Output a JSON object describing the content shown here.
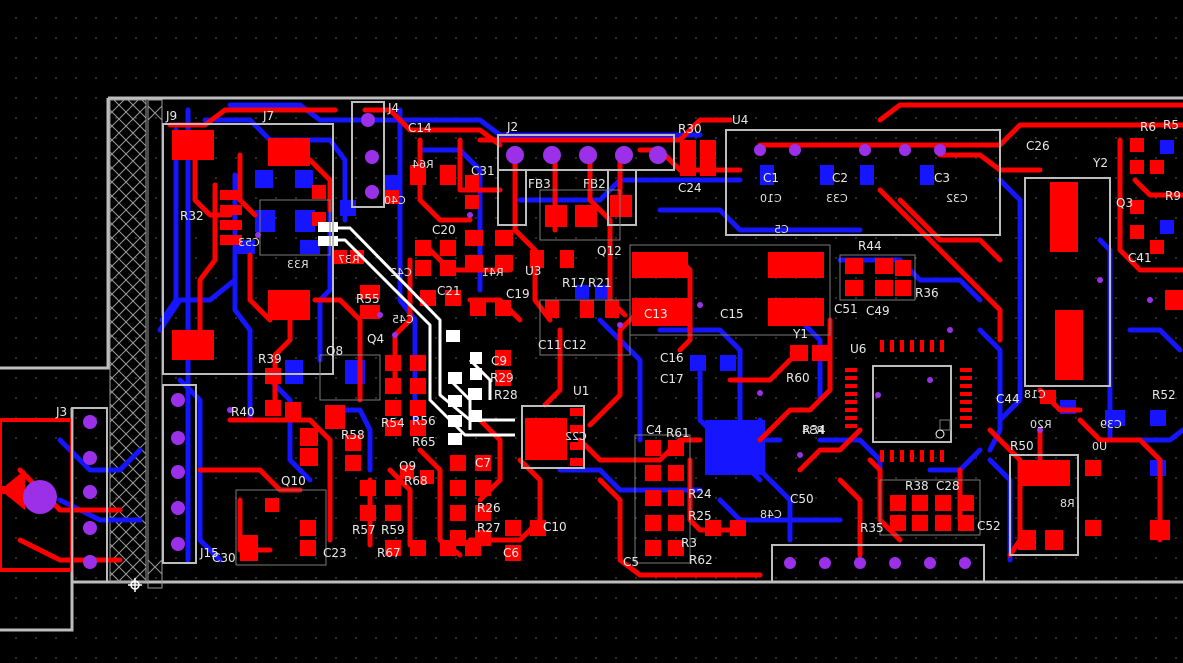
{
  "app": {
    "view": "pcb-layout-canvas",
    "layers": {
      "top_copper": "#ff0000",
      "bottom_copper": "#1515ff",
      "silkscreen": "#c8c8c8",
      "selected_trace": "#ffffff",
      "via": "#8a2be2",
      "board_edge": "#bdbdbd",
      "background": "#000000"
    }
  },
  "designators": [
    {
      "id": "J9",
      "t": "J9"
    },
    {
      "id": "J7",
      "t": "J7"
    },
    {
      "id": "J4",
      "t": "J4"
    },
    {
      "id": "C14",
      "t": "C14"
    },
    {
      "id": "J2",
      "t": "J2"
    },
    {
      "id": "R30",
      "t": "R30"
    },
    {
      "id": "U4",
      "t": "U4"
    },
    {
      "id": "C26",
      "t": "C26"
    },
    {
      "id": "Y2",
      "t": "Y2"
    },
    {
      "id": "R6",
      "t": "R6"
    },
    {
      "id": "R5",
      "t": "R5"
    },
    {
      "id": "C31",
      "t": "C31"
    },
    {
      "id": "FB3",
      "t": "FB3"
    },
    {
      "id": "FB2",
      "t": "FB2"
    },
    {
      "id": "C24",
      "t": "C24"
    },
    {
      "id": "C1",
      "t": "C1"
    },
    {
      "id": "C2",
      "t": "C2"
    },
    {
      "id": "C3",
      "t": "C3"
    },
    {
      "id": "R9",
      "t": "R9"
    },
    {
      "id": "Q3",
      "t": "Q3"
    },
    {
      "id": "R32",
      "t": "R32"
    },
    {
      "id": "C20",
      "t": "C20"
    },
    {
      "id": "Q12",
      "t": "Q12"
    },
    {
      "id": "R44",
      "t": "R44"
    },
    {
      "id": "U3",
      "t": "U3"
    },
    {
      "id": "R17",
      "t": "R17"
    },
    {
      "id": "R21",
      "t": "R21"
    },
    {
      "id": "C41",
      "t": "C41"
    },
    {
      "id": "R55",
      "t": "R55"
    },
    {
      "id": "C21",
      "t": "C21"
    },
    {
      "id": "C19",
      "t": "C19"
    },
    {
      "id": "C51",
      "t": "C51"
    },
    {
      "id": "C49",
      "t": "C49"
    },
    {
      "id": "R36",
      "t": "R36"
    },
    {
      "id": "C13",
      "t": "C13"
    },
    {
      "id": "C15",
      "t": "C15"
    },
    {
      "id": "C11",
      "t": "C11"
    },
    {
      "id": "C12",
      "t": "C12"
    },
    {
      "id": "Y1",
      "t": "Y1"
    },
    {
      "id": "U6",
      "t": "U6"
    },
    {
      "id": "R39",
      "t": "R39"
    },
    {
      "id": "Q8",
      "t": "Q8"
    },
    {
      "id": "Q4",
      "t": "Q4"
    },
    {
      "id": "C9",
      "t": "C9"
    },
    {
      "id": "R29",
      "t": "R29"
    },
    {
      "id": "R28",
      "t": "R28"
    },
    {
      "id": "C16",
      "t": "C16"
    },
    {
      "id": "C17",
      "t": "C17"
    },
    {
      "id": "R60",
      "t": "R60"
    },
    {
      "id": "J3",
      "t": "J3"
    },
    {
      "id": "R40",
      "t": "R40"
    },
    {
      "id": "R54",
      "t": "R54"
    },
    {
      "id": "R56",
      "t": "R56"
    },
    {
      "id": "U1",
      "t": "U1"
    },
    {
      "id": "C44",
      "t": "C44"
    },
    {
      "id": "R52",
      "t": "R52"
    },
    {
      "id": "R58",
      "t": "R58"
    },
    {
      "id": "R65",
      "t": "R65"
    },
    {
      "id": "C4",
      "t": "C4"
    },
    {
      "id": "R61",
      "t": "R61"
    },
    {
      "id": "R34",
      "t": "R34"
    },
    {
      "id": "R50",
      "t": "R50"
    },
    {
      "id": "Q10",
      "t": "Q10"
    },
    {
      "id": "Q9",
      "t": "Q9"
    },
    {
      "id": "R68",
      "t": "R68"
    },
    {
      "id": "C7",
      "t": "C7"
    },
    {
      "id": "R24",
      "t": "R24"
    },
    {
      "id": "C50",
      "t": "C50"
    },
    {
      "id": "R38",
      "t": "R38"
    },
    {
      "id": "C28",
      "t": "C28"
    },
    {
      "id": "R26",
      "t": "R26"
    },
    {
      "id": "R25",
      "t": "R25"
    },
    {
      "id": "R57",
      "t": "R57"
    },
    {
      "id": "R59",
      "t": "R59"
    },
    {
      "id": "R27",
      "t": "R27"
    },
    {
      "id": "C10",
      "t": "C10"
    },
    {
      "id": "R35",
      "t": "R35"
    },
    {
      "id": "C52",
      "t": "C52"
    },
    {
      "id": "J15",
      "t": "J15"
    },
    {
      "id": "C30",
      "t": "C30"
    },
    {
      "id": "C23",
      "t": "C23"
    },
    {
      "id": "R67",
      "t": "R67"
    },
    {
      "id": "C6",
      "t": "C6"
    },
    {
      "id": "C5",
      "t": "C5"
    },
    {
      "id": "R62",
      "t": "R62"
    },
    {
      "id": "R3",
      "t": "R3"
    }
  ],
  "bottom_designators": [
    {
      "id": "R64",
      "t": "R64"
    },
    {
      "id": "C40",
      "t": "C40"
    },
    {
      "id": "C10b",
      "t": "C10"
    },
    {
      "id": "C33",
      "t": "C33"
    },
    {
      "id": "C32",
      "t": "C32"
    },
    {
      "id": "C5b",
      "t": "C5"
    },
    {
      "id": "R33",
      "t": "R33"
    },
    {
      "id": "R37",
      "t": "R37"
    },
    {
      "id": "R41",
      "t": "R41"
    },
    {
      "id": "C42",
      "t": "C42"
    },
    {
      "id": "C53",
      "t": "C53"
    },
    {
      "id": "C45",
      "t": "C45"
    },
    {
      "id": "C22",
      "t": "C22"
    },
    {
      "id": "C18",
      "t": "C18"
    },
    {
      "id": "R20",
      "t": "R20"
    },
    {
      "id": "C39",
      "t": "C39"
    },
    {
      "id": "R8",
      "t": "R8"
    },
    {
      "id": "U0",
      "t": "U0"
    },
    {
      "id": "C48",
      "t": "C48"
    },
    {
      "id": "R34b",
      "t": "R34"
    }
  ]
}
